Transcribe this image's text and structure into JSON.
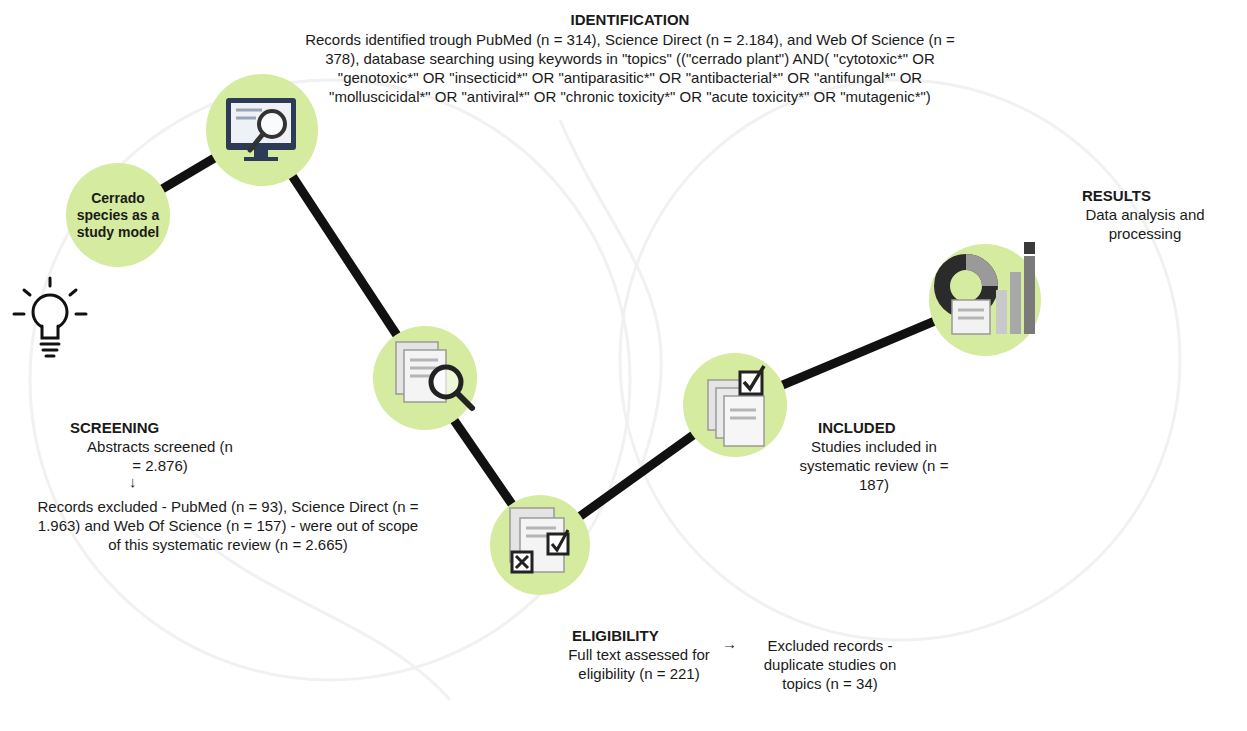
{
  "diagram": {
    "nodes": [
      {
        "text": [
          "Cerrado species as a study model"
        ]
      },
      {
        "text": [
          "IDENTIFICATION",
          "Records identified trough PubMed (n = 314), Science Direct (n = 2.184), and Web Of Science (n = 378), database searching using keywords in \"topics\" ((\"cerrado plant\") AND( \"cytotoxic*\" OR \"genotoxic*\" OR \"insecticid*\" OR \"antiparasitic*\" OR \"antibacterial*\" OR \"antifungal*\" OR \"molluscicidal*\" OR \"antiviral*\" OR \"chronic toxicity*\" OR \"acute toxicity*\" OR \"mutagenic*\")"
        ]
      },
      {
        "text": [
          "SCREENING",
          "Abstracts screened (n = 2.876)",
          "Records excluded - PubMed (n = 93), Science Direct (n = 1.963) and Web Of Science (n = 157) - were out of scope of this systematic review (n = 2.665)"
        ]
      },
      {
        "text": [
          "ELIGIBILITY",
          "Full text assessed for eligibility (n = 221)"
        ]
      },
      {
        "text": [
          "INCLUDED",
          "Studies included in systematic review (n = 187)"
        ]
      },
      {
        "text": [
          "RESULTS",
          "Data analysis and processing"
        ]
      }
    ],
    "edges": [
      {
        "from": 0,
        "to": 1,
        "arrow": "none"
      },
      {
        "from": 1,
        "to": 2,
        "arrow": "none"
      },
      {
        "from": 2,
        "to": 3,
        "arrow": "none"
      },
      {
        "from": 3,
        "to": 4,
        "arrow": "none"
      },
      {
        "from": 4,
        "to": 5,
        "arrow": "none"
      }
    ],
    "labels": [
      "↓",
      "→",
      "Excluded records - duplicate studies on topics (n = 34)"
    ]
  }
}
